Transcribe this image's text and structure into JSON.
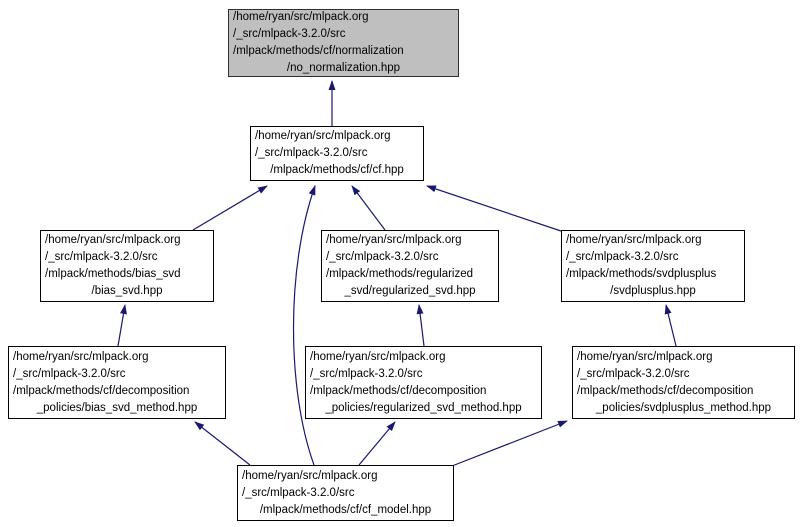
{
  "diagram": {
    "type": "doxygen-include-dependency-graph",
    "arrow_color": "#191970",
    "node_border_color": "#000000",
    "highlight_fill": "#bfbfbf",
    "background": "#ffffff"
  },
  "nodes": [
    {
      "id": "no_normalization",
      "highlighted": true,
      "lines": [
        "/home/ryan/src/mlpack.org",
        "/_src/mlpack-3.2.0/src",
        "/mlpack/methods/cf/normalization",
        "/no_normalization.hpp"
      ]
    },
    {
      "id": "cf",
      "highlighted": false,
      "lines": [
        "/home/ryan/src/mlpack.org",
        "/_src/mlpack-3.2.0/src",
        "/mlpack/methods/cf/cf.hpp"
      ]
    },
    {
      "id": "bias_svd",
      "highlighted": false,
      "lines": [
        "/home/ryan/src/mlpack.org",
        "/_src/mlpack-3.2.0/src",
        "/mlpack/methods/bias_svd",
        "/bias_svd.hpp"
      ]
    },
    {
      "id": "regularized_svd",
      "highlighted": false,
      "lines": [
        "/home/ryan/src/mlpack.org",
        "/_src/mlpack-3.2.0/src",
        "/mlpack/methods/regularized",
        "_svd/regularized_svd.hpp"
      ]
    },
    {
      "id": "svdplusplus",
      "highlighted": false,
      "lines": [
        "/home/ryan/src/mlpack.org",
        "/_src/mlpack-3.2.0/src",
        "/mlpack/methods/svdplusplus",
        "/svdplusplus.hpp"
      ]
    },
    {
      "id": "bias_svd_method",
      "highlighted": false,
      "lines": [
        "/home/ryan/src/mlpack.org",
        "/_src/mlpack-3.2.0/src",
        "/mlpack/methods/cf/decomposition",
        "_policies/bias_svd_method.hpp"
      ]
    },
    {
      "id": "regularized_svd_method",
      "highlighted": false,
      "lines": [
        "/home/ryan/src/mlpack.org",
        "/_src/mlpack-3.2.0/src",
        "/mlpack/methods/cf/decomposition",
        "_policies/regularized_svd_method.hpp"
      ]
    },
    {
      "id": "svdplusplus_method",
      "highlighted": false,
      "lines": [
        "/home/ryan/src/mlpack.org",
        "/_src/mlpack-3.2.0/src",
        "/mlpack/methods/cf/decomposition",
        "_policies/svdplusplus_method.hpp"
      ]
    },
    {
      "id": "cf_model",
      "highlighted": false,
      "lines": [
        "/home/ryan/src/mlpack.org",
        "/_src/mlpack-3.2.0/src",
        "/mlpack/methods/cf/cf_model.hpp"
      ]
    }
  ],
  "edges": [
    {
      "from": "cf",
      "to": "no_normalization"
    },
    {
      "from": "bias_svd",
      "to": "cf"
    },
    {
      "from": "cf_model",
      "to": "cf"
    },
    {
      "from": "regularized_svd",
      "to": "cf"
    },
    {
      "from": "svdplusplus",
      "to": "cf"
    },
    {
      "from": "bias_svd_method",
      "to": "bias_svd"
    },
    {
      "from": "regularized_svd_method",
      "to": "regularized_svd"
    },
    {
      "from": "svdplusplus_method",
      "to": "svdplusplus"
    },
    {
      "from": "cf_model",
      "to": "bias_svd_method"
    },
    {
      "from": "cf_model",
      "to": "regularized_svd_method"
    },
    {
      "from": "cf_model",
      "to": "svdplusplus_method"
    }
  ]
}
